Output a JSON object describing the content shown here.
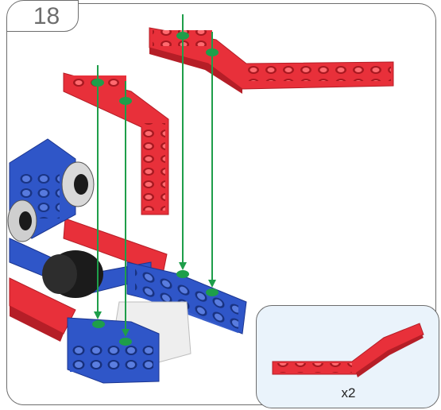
{
  "step": {
    "number": "18"
  },
  "parts_panel": {
    "quantity": "x2",
    "part": "red-angled-beam"
  },
  "colors": {
    "red_beam": "#e8303a",
    "red_dark": "#b51e27",
    "blue_beam": "#2f56c8",
    "blue_dark": "#1c3690",
    "green_arrow": "#1e9e4a",
    "panel_bg": "#eaf3fb",
    "frame": "#6d6d6d"
  }
}
